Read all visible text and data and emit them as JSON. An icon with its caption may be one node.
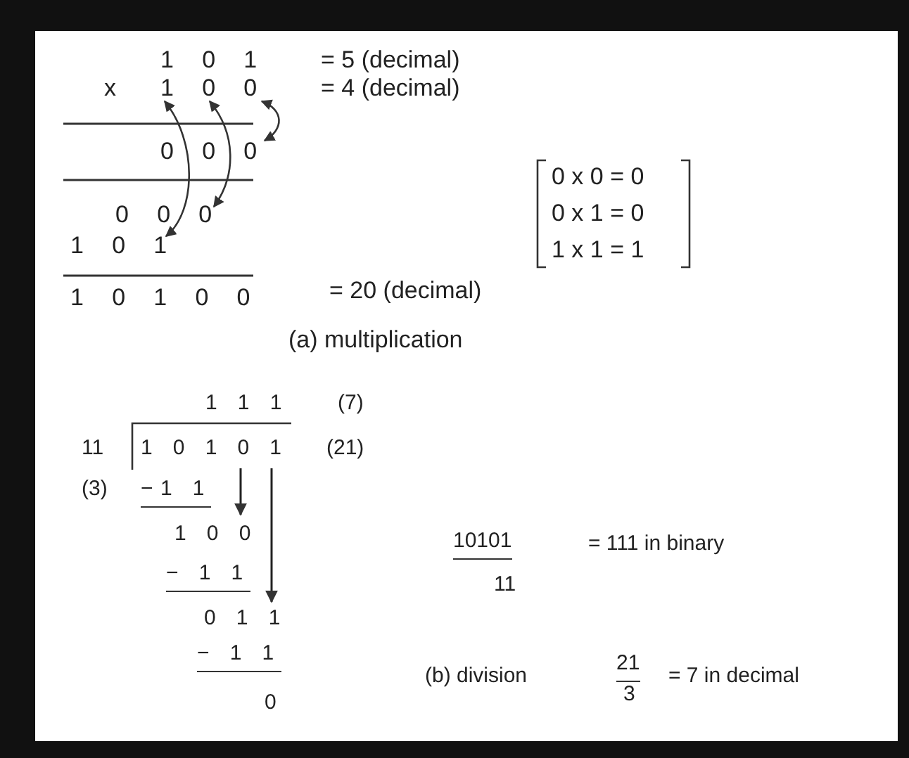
{
  "diagram": {
    "labels": [
      "1 0 1",
      "= 5 (decimal)",
      "x",
      "1 0 0",
      "= 4 (decimal)",
      "0 0 0",
      "0 x 0 = 0",
      "0 x 1 = 0",
      "1 x 1 = 1",
      "0 0 0",
      "1 0 1",
      "1 0 1 0 0",
      "= 20 (decimal)",
      "(a) multiplication",
      "1 1 1",
      "(7)",
      "11",
      "1 0 1 0 1",
      "(21)",
      "(3)",
      "−1 1",
      "1 0 0",
      "10101",
      "= 111 in binary",
      "− 1 1",
      "11",
      "0 1 1",
      "− 1 1",
      "(b) division",
      "21",
      "= 7 in decimal",
      "3",
      "0"
    ]
  }
}
